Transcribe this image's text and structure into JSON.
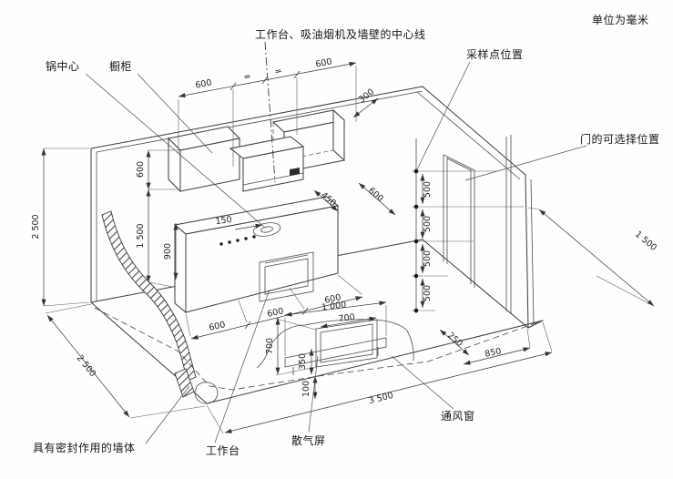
{
  "title_note": "单位为毫米",
  "labels": {
    "centerline": "工作台、吸油烟机及墙壁的中心线",
    "sampling_point": "采样点位置",
    "door_position": "门的可选择位置",
    "pot_center": "锅中心",
    "cabinet": "橱柜",
    "sealed_wall": "具有密封作用的墙体",
    "worktable": "工作台",
    "diffuser_screen": "散气屏",
    "vent_window": "通风窗"
  },
  "dims": {
    "top600L": "600",
    "eq1": "=",
    "eq2": "=",
    "top600R": "600",
    "cab_depth": "300",
    "cab_height": "600",
    "cab_bottom": "1 500",
    "counter_height": "900",
    "room_height": "2 500",
    "room_depth": "2 500",
    "room_length": "3 500",
    "offset150": "150",
    "depth450": "450",
    "sampling_offset": "600",
    "c600a": "600",
    "c600b": "600",
    "c600c": "600",
    "s500a": "500",
    "s500b": "500",
    "s500c": "500",
    "s500d": "500",
    "win_outer": "1 000",
    "win_width": "700",
    "win_height": "700",
    "screen_height": "350",
    "screen_gap": "100",
    "gap250": "250",
    "door850": "850",
    "right1500": "1 500"
  }
}
